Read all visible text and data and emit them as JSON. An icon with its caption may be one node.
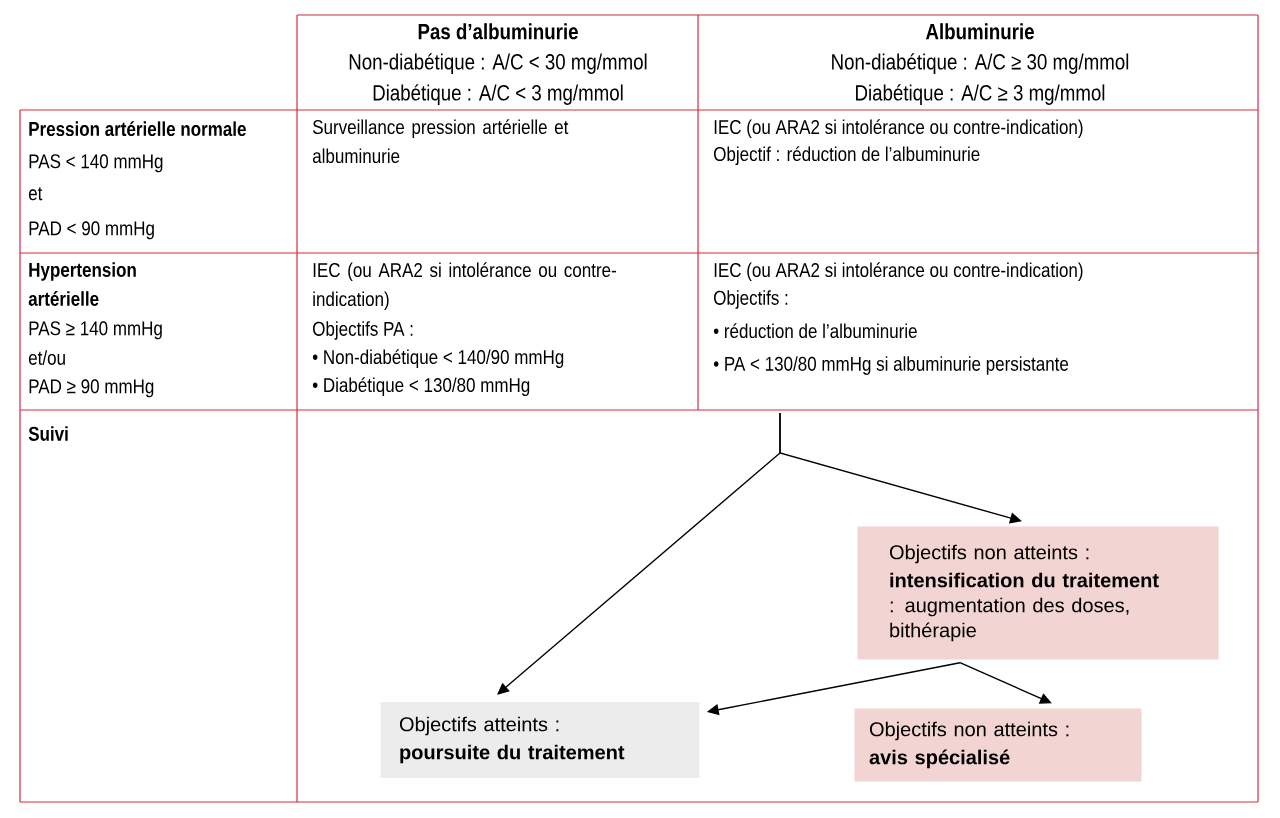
{
  "diagram": {
    "nodes": [
      {
        "text": [
          "Objectifs non atteints :",
          "**intensification du traitement** : augmentation des doses, bithérapie"
        ]
      },
      {
        "text": [
          "Objectifs atteints :",
          "poursuite du traitement"
        ]
      },
      {
        "text": [
          "Objectifs non atteints :",
          "avis spécialisé"
        ]
      }
    ],
    "edges": [
      {
        "from": null,
        "to": 0,
        "arrow": "to"
      },
      {
        "from": null,
        "to": 1,
        "arrow": "to"
      },
      {
        "from": 0,
        "to": 1,
        "arrow": "to"
      },
      {
        "from": 0,
        "to": 2,
        "arrow": "to"
      }
    ],
    "labels": [
      "Pas d’albuminurie",
      "Non-diabétique : A/C < 30 mg/mmol",
      "Diabétique : A/C < 3 mg/mmol",
      "Albuminurie",
      "Non-diabétique : A/C ≥ 30 mg/mmol",
      "Diabétique : A/C ≥ 3 mg/mmol",
      "Pression artérielle normale",
      "PAS < 140 mmHg",
      "et",
      "PAD < 90 mmHg",
      "Surveillance pression artérielle et albuminurie",
      "IEC (ou ARA2 si intolérance ou contre-indication)",
      "Objectif : réduction de l’albuminurie",
      "Hypertension artérielle",
      "PAS ≥ 140 mmHg",
      "et/ou",
      "PAD ≥ 90 mmHg",
      "IEC (ou ARA2 si intolérance ou contre-indication)",
      "Objectifs PA :",
      "• Non-diabétique < 140/90 mmHg",
      "• Diabétique < 130/80 mmHg",
      "IEC (ou ARA2 si intolérance ou contre-indication)",
      "Objectifs :",
      "• réduction de l’albuminurie",
      "• PA < 130/80 mmHg si albuminurie persistante",
      "Suivi"
    ]
  }
}
